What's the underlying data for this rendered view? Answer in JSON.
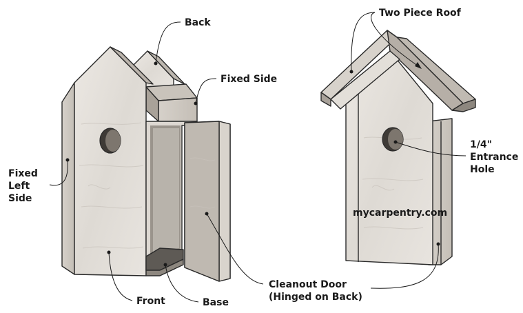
{
  "diagram": {
    "labels": {
      "back": "Back",
      "fixed_side": "Fixed Side",
      "fixed_left_side": [
        "Fixed",
        "Left",
        "Side"
      ],
      "front": "Front",
      "base": "Base",
      "cleanout_door": [
        "Cleanout Door",
        "(Hinged on Back)"
      ],
      "two_piece_roof": "Two Piece Roof",
      "entrance_hole": [
        "1/4\"",
        "Entrance",
        "Hole"
      ]
    },
    "watermark": "mycarpentry.com",
    "colors": {
      "wood_light": "#e6e2dd",
      "wood_mid": "#cfc9c2",
      "wood_dark": "#b4ada5",
      "wood_shadow": "#8d877f",
      "interior": "#5e5a55",
      "ink": "#1a1a1a"
    }
  }
}
